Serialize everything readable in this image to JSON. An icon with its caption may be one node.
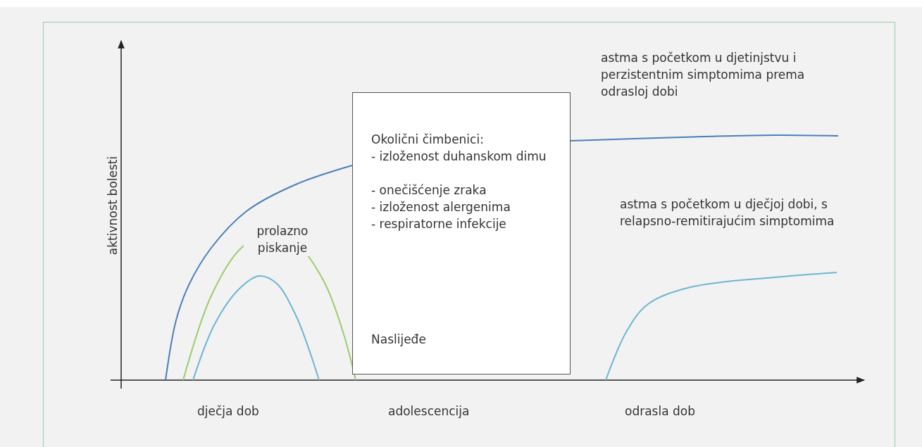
{
  "diagram": {
    "nodes": [
      {
        "text": [
          "Okolični čimbenici:",
          "- izloženost duhanskom dimu",
          "- onečišćenje zraka",
          "- izloženost alergenima",
          "- respiratorne infekcije",
          "Naslijeđe"
        ]
      }
    ],
    "labels": [
      "astma s početkom u djetinjstvu i perzistentnim simptomima prema odrasloj dobi",
      "aktivnost bolesti",
      "astma s početkom u dječjoj dobi, s relapsno-remitirajućim simptomima",
      "prolazno piskanje",
      "dječja dob",
      "adolescencija",
      "odrasla dob"
    ]
  }
}
